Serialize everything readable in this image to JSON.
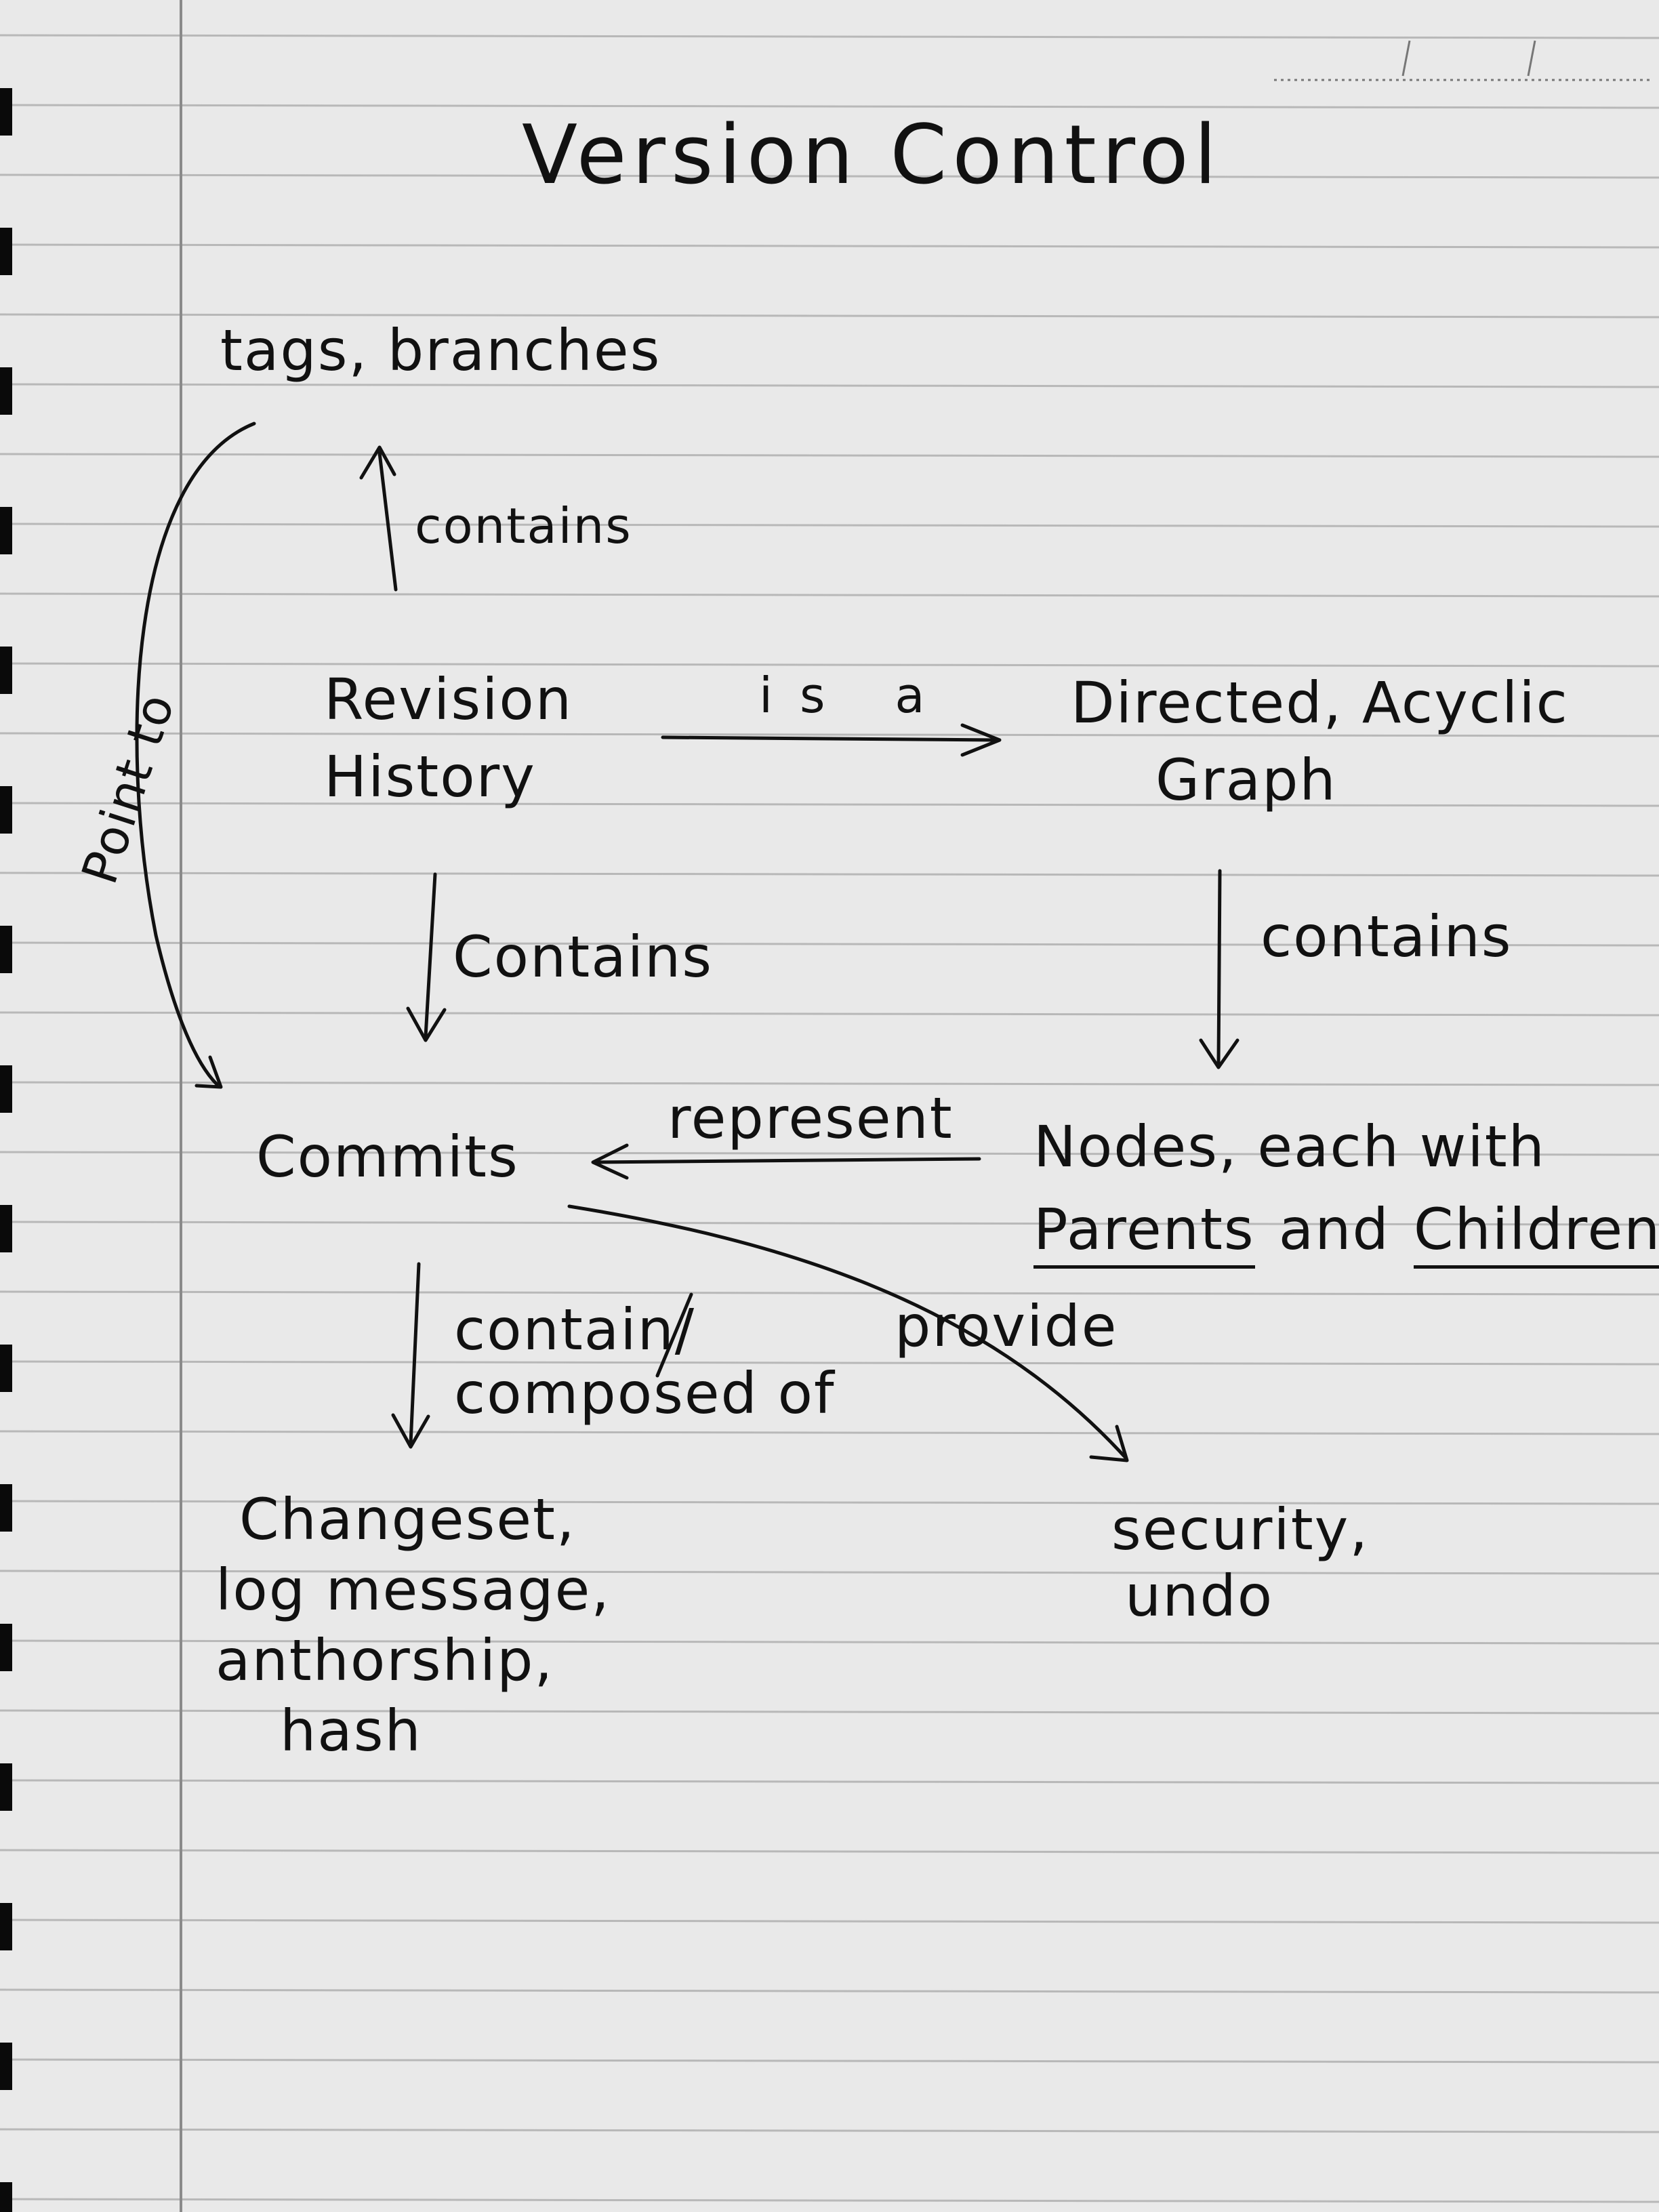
{
  "title": "Version Control",
  "nodes": {
    "tags_branches": "tags, branches",
    "revision_history": [
      "Revision",
      "History"
    ],
    "dag": [
      "Directed, Acyclic",
      "Graph"
    ],
    "commits": "Commits",
    "nodes_line1": "Nodes, each with",
    "nodes_parents": "Parents",
    "nodes_and": "and",
    "nodes_children": "Children",
    "changeset": [
      "Changeset,",
      "log message,",
      "anthorship,",
      "hash"
    ],
    "security": [
      "security,",
      "undo"
    ]
  },
  "edges": {
    "point_to": "Point to",
    "contains_tags": "contains",
    "is_a": "is a",
    "contains_commits": "Contains",
    "contains_nodes": "contains",
    "represent": "represent",
    "contain_composed": [
      "contain/",
      "composed of"
    ],
    "provide": "provide"
  },
  "colors": {
    "ink": "#111111",
    "paper": "#e9e9e9",
    "rule": "#b8b8b8",
    "margin": "#8a8a8a"
  }
}
